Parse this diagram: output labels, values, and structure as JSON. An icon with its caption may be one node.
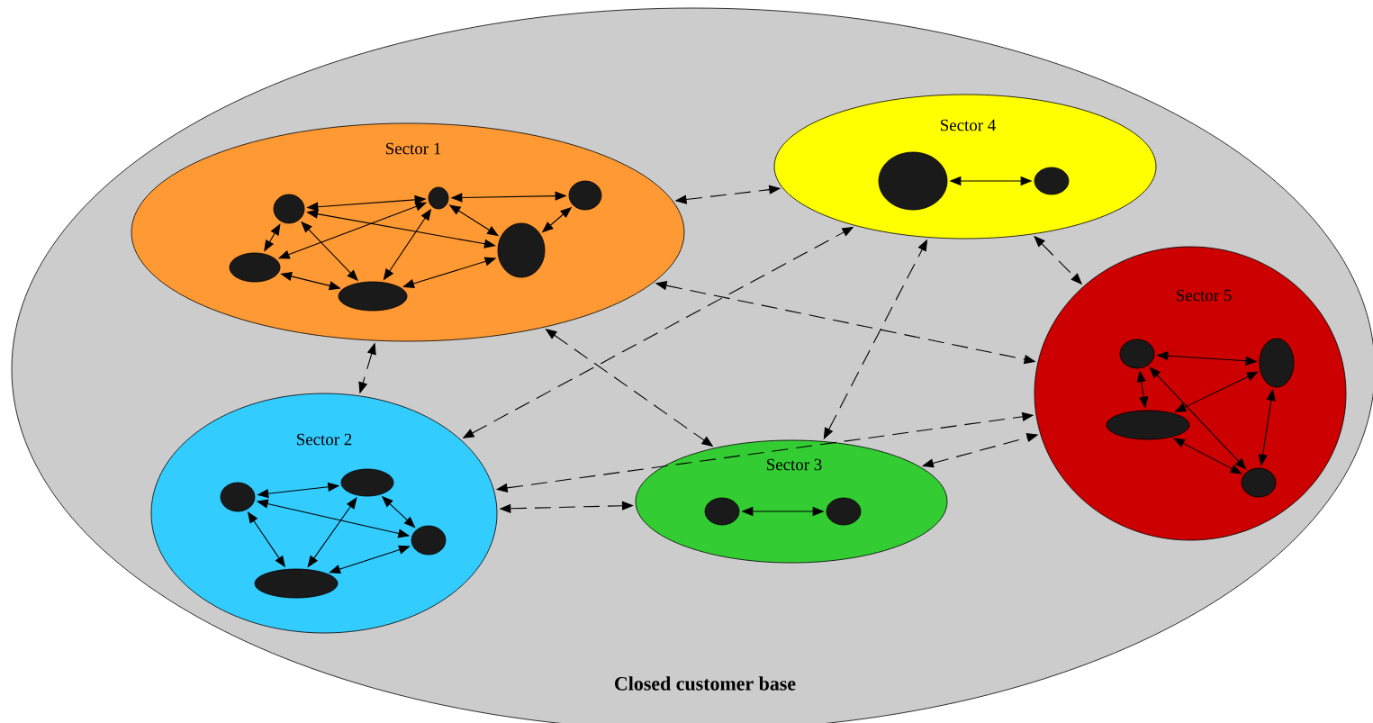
{
  "diagram": {
    "nodes": [
      {
        "text": [
          "Closed customer base"
        ]
      },
      {
        "text": [
          "Sector 1"
        ],
        "in": 0
      },
      {
        "text": [],
        "shape": "ellipse",
        "in": 1
      },
      {
        "text": [],
        "shape": "ellipse",
        "in": 1
      },
      {
        "text": [],
        "shape": "ellipse",
        "in": 1
      },
      {
        "text": [],
        "shape": "ellipse",
        "in": 1
      },
      {
        "text": [],
        "shape": "ellipse",
        "in": 1
      },
      {
        "text": [],
        "shape": "ellipse",
        "in": 1
      },
      {
        "text": [
          "Sector 2"
        ],
        "in": 0
      },
      {
        "text": [],
        "shape": "ellipse",
        "in": 8
      },
      {
        "text": [],
        "shape": "ellipse",
        "in": 8
      },
      {
        "text": [],
        "shape": "ellipse",
        "in": 8
      },
      {
        "text": [],
        "shape": "ellipse",
        "in": 8
      },
      {
        "text": [
          "Sector 3"
        ],
        "in": 0
      },
      {
        "text": [],
        "shape": "ellipse",
        "in": 13
      },
      {
        "text": [],
        "shape": "ellipse",
        "in": 13
      },
      {
        "text": [
          "Sector 4"
        ],
        "in": 0
      },
      {
        "text": [],
        "shape": "ellipse",
        "in": 16
      },
      {
        "text": [],
        "shape": "ellipse",
        "in": 16
      },
      {
        "text": [
          "Sector 5"
        ],
        "in": 0
      },
      {
        "text": [],
        "shape": "ellipse",
        "in": 19
      },
      {
        "text": [],
        "shape": "ellipse",
        "in": 19
      },
      {
        "text": [],
        "shape": "ellipse",
        "in": 19
      },
      {
        "text": [],
        "shape": "ellipse",
        "in": 19
      }
    ],
    "edges": [
      {
        "from": 2,
        "to": 3,
        "arrow": "both"
      },
      {
        "from": 3,
        "to": 4,
        "arrow": "both"
      },
      {
        "from": 2,
        "to": 5,
        "arrow": "both"
      },
      {
        "from": 2,
        "to": 6,
        "arrow": "both"
      },
      {
        "from": 2,
        "to": 7,
        "arrow": "both"
      },
      {
        "from": 3,
        "to": 5,
        "arrow": "both"
      },
      {
        "from": 3,
        "to": 7,
        "arrow": "both"
      },
      {
        "from": 3,
        "to": 6,
        "arrow": "both"
      },
      {
        "from": 4,
        "to": 6,
        "arrow": "both"
      },
      {
        "from": 5,
        "to": 7,
        "arrow": "both"
      },
      {
        "from": 7,
        "to": 6,
        "arrow": "both"
      },
      {
        "from": 9,
        "to": 10,
        "arrow": "both"
      },
      {
        "from": 9,
        "to": 11,
        "arrow": "both"
      },
      {
        "from": 9,
        "to": 12,
        "arrow": "both"
      },
      {
        "from": 10,
        "to": 11,
        "arrow": "both"
      },
      {
        "from": 10,
        "to": 12,
        "arrow": "both"
      },
      {
        "from": 11,
        "to": 12,
        "arrow": "both"
      },
      {
        "from": 14,
        "to": 15,
        "arrow": "both"
      },
      {
        "from": 17,
        "to": 18,
        "arrow": "both"
      },
      {
        "from": 20,
        "to": 21,
        "arrow": "both"
      },
      {
        "from": 20,
        "to": 22,
        "arrow": "both"
      },
      {
        "from": 20,
        "to": 23,
        "arrow": "both"
      },
      {
        "from": 21,
        "to": 22,
        "arrow": "both"
      },
      {
        "from": 21,
        "to": 23,
        "arrow": "both"
      },
      {
        "from": 22,
        "to": 23,
        "arrow": "both"
      },
      {
        "from": 1,
        "to": 16,
        "arrow": "both",
        "style": "dashed"
      },
      {
        "from": 1,
        "to": 8,
        "arrow": "both",
        "style": "dashed"
      },
      {
        "from": 1,
        "to": 13,
        "arrow": "both",
        "style": "dashed"
      },
      {
        "from": 1,
        "to": 19,
        "arrow": "both",
        "style": "dashed"
      },
      {
        "from": 8,
        "to": 16,
        "arrow": "both",
        "style": "dashed"
      },
      {
        "from": 8,
        "to": 13,
        "arrow": "both",
        "style": "dashed"
      },
      {
        "from": 8,
        "to": 19,
        "arrow": "both",
        "style": "dashed"
      },
      {
        "from": 13,
        "to": 16,
        "arrow": "both",
        "style": "dashed"
      },
      {
        "from": 13,
        "to": 19,
        "arrow": "both",
        "style": "dashed"
      },
      {
        "from": 16,
        "to": 19,
        "arrow": "both",
        "style": "dashed"
      }
    ]
  }
}
